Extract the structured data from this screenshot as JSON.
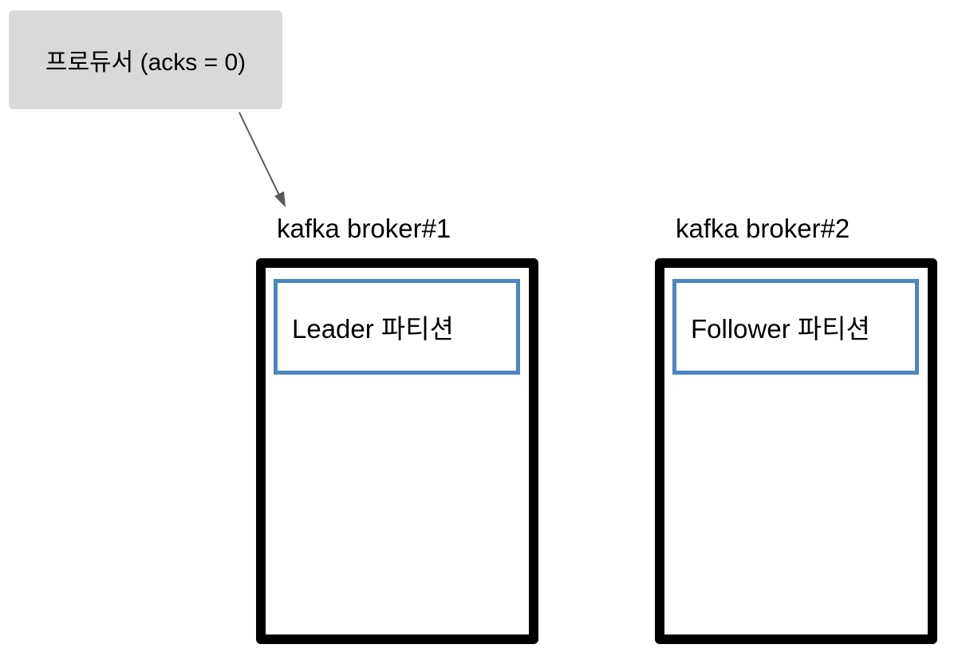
{
  "producer": {
    "label": "프로듀서 (acks = 0)",
    "fill_color": "#d9d9d9"
  },
  "brokers": [
    {
      "label": "kafka broker#1",
      "partition_label": "Leader 파티션"
    },
    {
      "label": "kafka broker#2",
      "partition_label": "Follower 파티션"
    }
  ],
  "colors": {
    "broker_border": "#000000",
    "partition_border": "#4a86c0",
    "arrow": "#595959"
  }
}
